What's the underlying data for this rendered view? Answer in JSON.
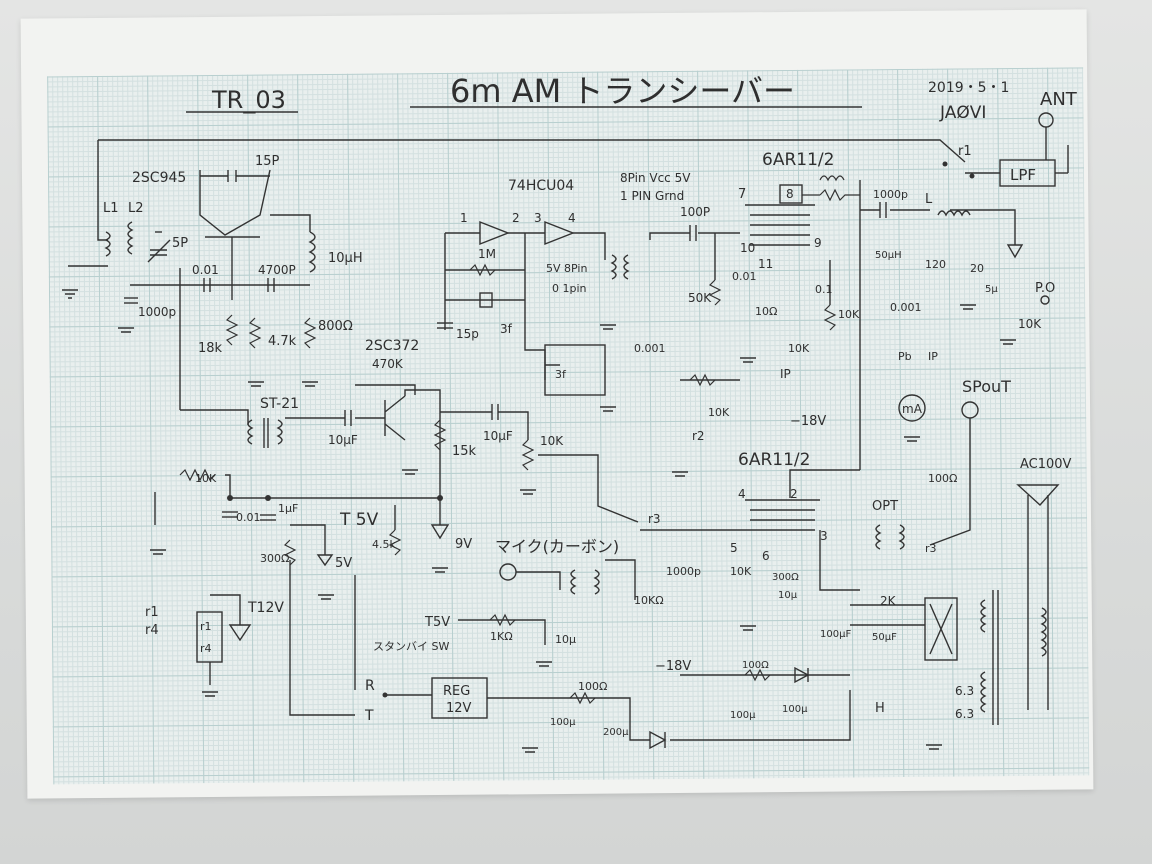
{
  "document": {
    "code": "TR_03",
    "title": "6m AM トランシーバー",
    "date": "2019・5・1",
    "author": "JAØVI"
  },
  "labels": {
    "ant": "ANT",
    "lpf": "LPF",
    "r1": "r1",
    "q1": "2SC945",
    "c15p": "15P",
    "l1": "L1",
    "l2": "L2",
    "c5p": "5P",
    "l10uh": "10μH",
    "c001": "0.01",
    "c4700p": "4700P",
    "c1000p_left": "1000p",
    "r18k": "18k",
    "r47k": "4.7k",
    "r800": "800Ω",
    "st21": "ST-21",
    "c10uf": "10μF",
    "q2": "2SC372",
    "r470k": "470K",
    "r15k": "15k",
    "c10uf_b": "10μF",
    "vr10k_a": "10K",
    "vr10k_af": "10K",
    "c001_b": "0.01",
    "c1uf": "1μF",
    "r300": "300Ω",
    "t5v": "T 5V",
    "r45k": "4.5k",
    "z9v": "9V",
    "z5v": "5V",
    "t12v": "T12V",
    "relays": "r1\n~r4",
    "relay_r1": "r1",
    "relay_r4": "r4",
    "ic": "74HCU04",
    "ic_note1": "8Pin Vcc 5V",
    "ic_note2": "1 PIN Grnd",
    "pin1": "1",
    "pin2": "2",
    "pin3": "3",
    "pin4": "4",
    "r1m": "1M",
    "x3f": "3f",
    "c15p_b": "15p",
    "c100p": "100P",
    "pin5v": "5V  8Pin",
    "pin0": "0  1pin",
    "x3f_b": "3f",
    "tube1": "6AR11/2",
    "p7": "7",
    "p8": "8",
    "p9": "9",
    "p10": "10",
    "p11": "11",
    "r50k": "50K",
    "c001_c": "0.01",
    "r10": "10Ω",
    "c01": "0.1",
    "r10k_c": "10K",
    "c0001": "0.001",
    "r10k_d": "10K",
    "ip": "IP",
    "vr10k_bias": "10K",
    "minus18": "−18V",
    "r2": "r2",
    "c1000p_r": "1000p",
    "l": "L",
    "l50uh": "50μH",
    "c120": "120",
    "c20": "20",
    "c5u": "5μ",
    "c0001_b": "0.001",
    "pb": "Pb",
    "ip2": "IP",
    "ma": "mA",
    "po": "P.O",
    "r10k_po": "10K",
    "spout": "SPouT",
    "r100": "100Ω",
    "opt": "OPT",
    "r3": "r3",
    "tube2": "6AR11/2",
    "p4": "4",
    "p2": "2",
    "p3": "3",
    "p5": "5",
    "p6": "6",
    "r3_sw": "r3",
    "mic": "マイク(カーボン)",
    "c1000p_b": "1000p",
    "r10k_e": "10K",
    "r300_b": "300Ω",
    "c10u": "10μ",
    "vr10kohm": "10KΩ",
    "t5v_b": "T5V",
    "r1k": "1KΩ",
    "c10u_b": "10μ",
    "bias_sw": "スタンバイ SW",
    "r": "R",
    "t": "T",
    "reg": "REG",
    "reg12": "12V",
    "r100b": "100Ω",
    "c100u": "100μ",
    "c200u": "200μ",
    "m18": "−18V",
    "r100c": "100Ω",
    "c100u_b": "100μ",
    "c100u_c": "100μ",
    "h": "H",
    "v63": "6.3",
    "v63b": "6.3",
    "c100uf": "100μF",
    "c50uf": "50μF",
    "r2k": "2K",
    "ac100": "AC100V"
  }
}
